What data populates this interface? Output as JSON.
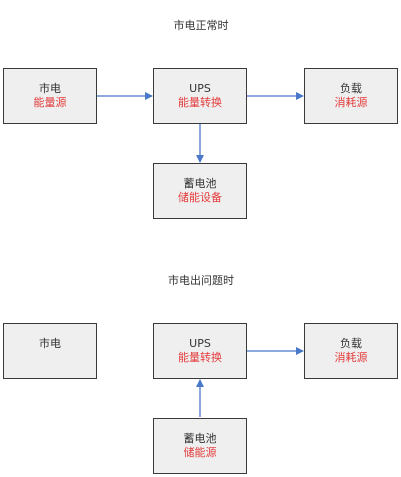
{
  "colors": {
    "box_fill": "#efefef",
    "box_border": "#3a3a3a",
    "text": "#333333",
    "highlight": "#e43b3b",
    "arrow": "#4a78c8"
  },
  "diagrams": [
    {
      "title": "市电正常时",
      "nodes": {
        "mains": {
          "title": "市电",
          "subtitle": "能量源"
        },
        "ups": {
          "title": "UPS",
          "subtitle": "能量转换"
        },
        "load": {
          "title": "负载",
          "subtitle": "消耗源"
        },
        "battery": {
          "title": "蓄电池",
          "subtitle": "储能设备"
        }
      },
      "edges": [
        {
          "from": "mains",
          "to": "ups"
        },
        {
          "from": "ups",
          "to": "load"
        },
        {
          "from": "ups",
          "to": "battery"
        }
      ]
    },
    {
      "title": "市电出问题时",
      "nodes": {
        "mains": {
          "title": "市电",
          "subtitle": ""
        },
        "ups": {
          "title": "UPS",
          "subtitle": "能量转换"
        },
        "load": {
          "title": "负载",
          "subtitle": "消耗源"
        },
        "battery": {
          "title": "蓄电池",
          "subtitle": "储能源"
        }
      },
      "edges": [
        {
          "from": "ups",
          "to": "load"
        },
        {
          "from": "battery",
          "to": "ups"
        }
      ]
    }
  ]
}
